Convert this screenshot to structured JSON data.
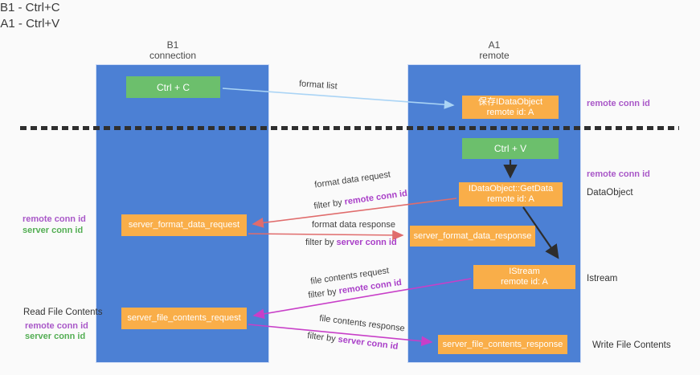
{
  "title": {
    "line1": "B1 - Ctrl+C",
    "line2": "A1 - Ctrl+V"
  },
  "columns": {
    "left": {
      "header_line1": "B1",
      "header_line2": "connection"
    },
    "right": {
      "header_line1": "A1",
      "header_line2": "remote"
    }
  },
  "nodes": {
    "ctrl_c": "Ctrl + C",
    "ctrl_v": "Ctrl + V",
    "save_dataobject": {
      "line1": "保存IDataObject",
      "line2": "remote id: A"
    },
    "getdata": {
      "line1": "IDataObject::GetData",
      "line2": "remote id: A"
    },
    "istream": {
      "line1": "IStream",
      "line2": "remote id: A"
    },
    "server_format_data_request": "server_format_data_request",
    "server_format_data_response": "server_format_data_response",
    "server_file_contents_request": "server_file_contents_request",
    "server_file_contents_response": "server_file_contents_response"
  },
  "arrow_labels": {
    "format_list": "format list",
    "format_data_request": "format data request",
    "filter_by_remote_1": {
      "prefix": "filter by ",
      "highlight": "remote conn id"
    },
    "format_data_response": "format data response",
    "filter_by_server_1": {
      "prefix": "filter by ",
      "highlight": "server conn id"
    },
    "file_contents_request": "file contents request",
    "filter_by_remote_2": {
      "prefix": "filter by ",
      "highlight": "remote conn id"
    },
    "file_contents_response": "file contents response",
    "filter_by_server_2": {
      "prefix": "filter by ",
      "highlight": "server conn id"
    }
  },
  "side_labels": {
    "right_remote_conn_id_1": "remote conn id",
    "right_remote_conn_id_2": "remote conn id",
    "dataobject": "DataObject",
    "istream": "Istream",
    "write_file_contents": "Write File Contents",
    "left_remote_conn_id_1": "remote conn id",
    "left_server_conn_id_1": "server conn id",
    "read_file_contents": "Read File Contents",
    "left_remote_conn_id_2": "remote conn id",
    "left_server_conn_id_2": "server conn id"
  },
  "colors": {
    "column_blue": "#4c80d4",
    "box_orange": "#f9ae49",
    "box_green": "#6cbf6c",
    "arrow_light_blue": "#aad4f5",
    "arrow_salmon": "#e06c6c",
    "arrow_magenta": "#c83fc8",
    "arrow_black": "#2d2d2d",
    "label_purple": "#a958c8",
    "label_green": "#53ae53",
    "dashed_divider": "#2f2f2f"
  }
}
